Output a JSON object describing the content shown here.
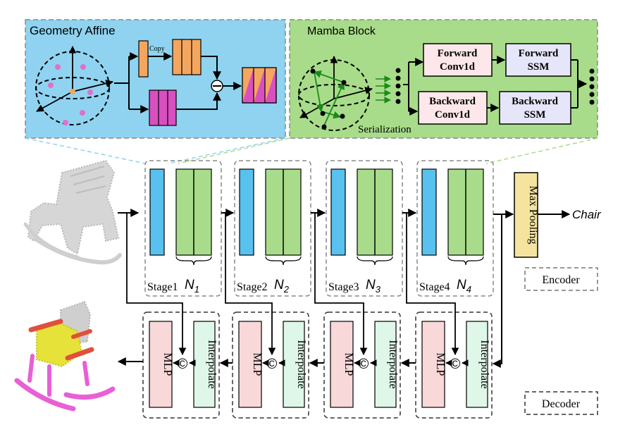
{
  "panels": {
    "geometry_affine": {
      "title": "Geometry Affine",
      "copy_label": "Copy",
      "minus_symbol": "⊖"
    },
    "mamba_block": {
      "title": "Mamba Block",
      "forward_conv": [
        "Forward",
        "Conv1d"
      ],
      "forward_ssm": [
        "Forward",
        "SSM"
      ],
      "backward_conv": [
        "Backward",
        "Conv1d"
      ],
      "backward_ssm": [
        "Backward",
        "SSM"
      ],
      "serialization_label": "Serialization"
    }
  },
  "encoder": {
    "stages": [
      {
        "label": "Stage1",
        "n": "N",
        "sub": "1"
      },
      {
        "label": "Stage2",
        "n": "N",
        "sub": "2"
      },
      {
        "label": "Stage3",
        "n": "N",
        "sub": "3"
      },
      {
        "label": "Stage4",
        "n": "N",
        "sub": "4"
      }
    ],
    "max_pooling": "Max Pooling",
    "output_label": "Chair",
    "legend": "Encoder"
  },
  "decoder": {
    "mlp": "MLP",
    "interpolate": "Interpolate",
    "concat_symbol": "©",
    "legend": "Decoder"
  },
  "colors": {
    "affine_bg": "#8fd3f0",
    "mamba_bg": "#a8dc8a",
    "blue_block": "#58c1ee",
    "green_block": "#a8dc8a",
    "orange_block": "#f4a65f",
    "magenta_block": "#d94fc0",
    "pink_block": "#f8d8d8",
    "mint_block": "#dff7e8",
    "yellow_block": "#f4e4a0",
    "lavender_block": "#e6e6fa"
  }
}
